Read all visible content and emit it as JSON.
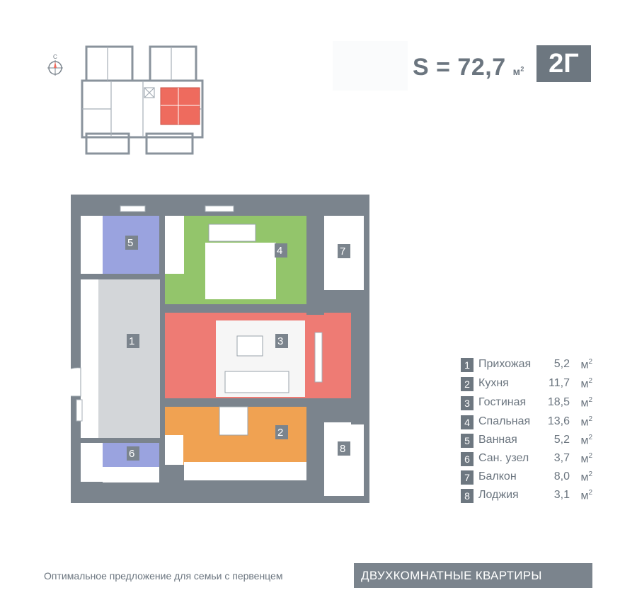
{
  "compass": {
    "label": "С"
  },
  "header": {
    "area_label": "S = 72,7",
    "area_unit": "м",
    "area_unit_sup": "2",
    "type_badge": "2Г"
  },
  "rooms": [
    {
      "num": "1",
      "name": "Прихожая",
      "area": "5,2",
      "unit": "м",
      "sup": "2"
    },
    {
      "num": "2",
      "name": "Кухня",
      "area": "11,7",
      "unit": "м",
      "sup": "2"
    },
    {
      "num": "3",
      "name": "Гостиная",
      "area": "18,5",
      "unit": "м",
      "sup": "2"
    },
    {
      "num": "4",
      "name": "Спальная",
      "area": "13,6",
      "unit": "м",
      "sup": "2"
    },
    {
      "num": "5",
      "name": "Ванная",
      "area": "5,2",
      "unit": "м",
      "sup": "2"
    },
    {
      "num": "6",
      "name": "Сан. узел",
      "area": "3,7",
      "unit": "м",
      "sup": "2"
    },
    {
      "num": "7",
      "name": "Балкон",
      "area": "8,0",
      "unit": "м",
      "sup": "2"
    },
    {
      "num": "8",
      "name": "Лоджия",
      "area": "3,1",
      "unit": "м",
      "sup": "2"
    }
  ],
  "colors": {
    "wall": "#7b848d",
    "hall": "#d3d6d9",
    "kitchen": "#f0a252",
    "living": "#ee7b74",
    "bedroom": "#93c56b",
    "bathroom": "#9aa3df",
    "highlight": "#ee6b5e"
  },
  "footer": {
    "tagline": "Оптимальное предложение для семьи с первенцем",
    "category": "ДВУХКОМНАТНЫЕ КВАРТИРЫ"
  }
}
